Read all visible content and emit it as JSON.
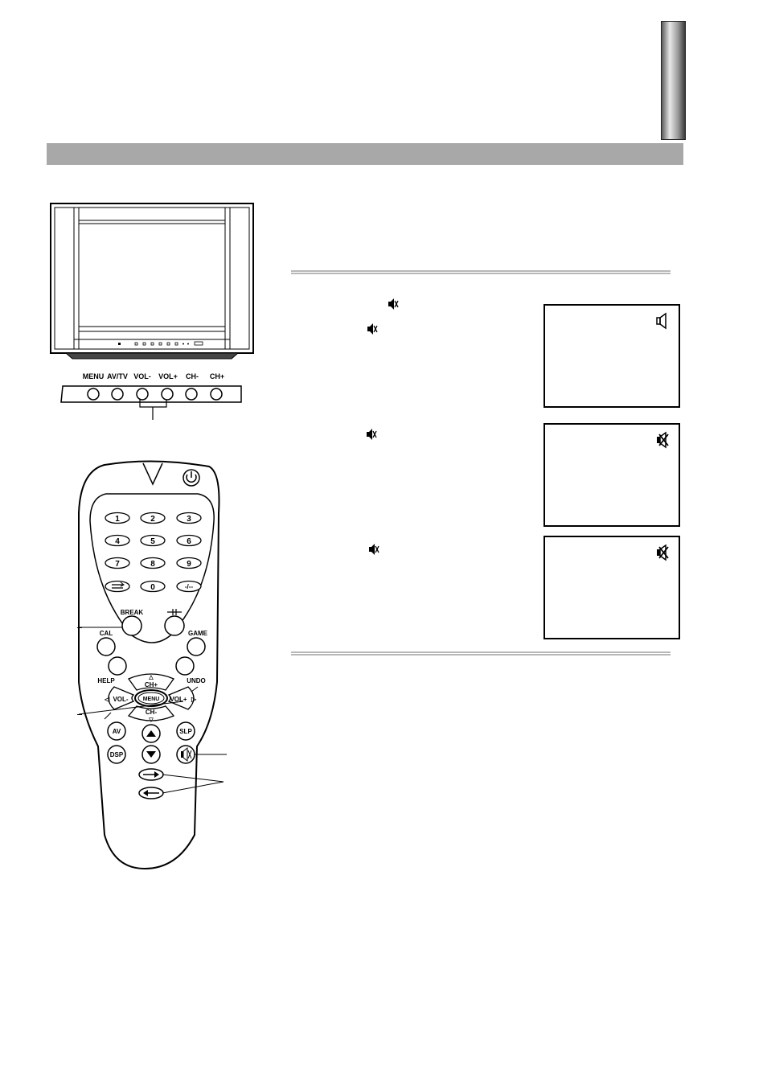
{
  "tv_panel": {
    "buttons": [
      "MENU",
      "AV/TV",
      "VOL-",
      "VOL+",
      "CH-",
      "CH+"
    ]
  },
  "remote": {
    "number_keys": [
      "1",
      "2",
      "3",
      "4",
      "5",
      "6",
      "7",
      "8",
      "9",
      "0",
      "-/--"
    ],
    "break_label": "BREAK",
    "cal_label": "CAL",
    "game_label": "GAME",
    "help_label": "HELP",
    "undo_label": "UNDO",
    "ch_plus_label": "CH+",
    "ch_minus_label": "CH-",
    "vol_minus_label": "VOL-",
    "vol_plus_label": "VOL+",
    "menu_label": "MENU",
    "av_label": "AV",
    "slp_label": "SLP",
    "dsp_label": "DSP"
  },
  "icons": {
    "mute": "speaker-muted-icon",
    "sound_on": "speaker-on-icon",
    "power": "power-icon"
  }
}
